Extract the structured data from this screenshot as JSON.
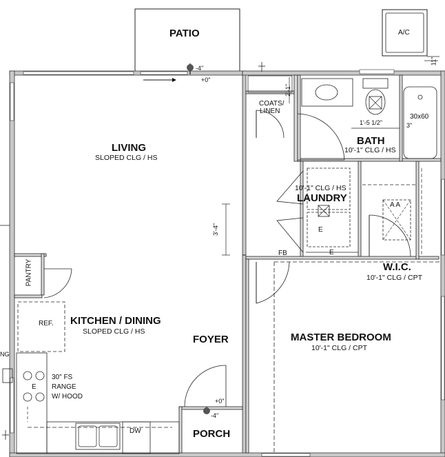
{
  "rooms": {
    "patio": {
      "name": "PATIO"
    },
    "living": {
      "name": "LIVING",
      "ceiling": "SLOPED CLG / HS"
    },
    "kitchen": {
      "name": "KITCHEN / DINING",
      "ceiling": "SLOPED CLG / HS"
    },
    "foyer": {
      "name": "FOYER"
    },
    "porch": {
      "name": "PORCH"
    },
    "master": {
      "name": "MASTER BEDROOM",
      "ceiling": "10'-1\" CLG / CPT"
    },
    "bath": {
      "name": "BATH",
      "ceiling": "10'-1\" CLG / HS"
    },
    "laundry": {
      "name": "LAUNDRY",
      "ceiling": "10'-1\" CLG / HS"
    },
    "wic": {
      "name": "W.I.C.",
      "ceiling": "10'-1\" CLG / CPT"
    }
  },
  "fixtures": {
    "ac": "A/C",
    "coats_line1": "COATS/",
    "coats_line2": "LINEN",
    "pantry": "PANTRY",
    "ref": "REF.",
    "range_line1": "30\" FS",
    "range_line2": "RANGE",
    "range_line3": "W/ HOOD",
    "dw": "DW",
    "tub": "30x60",
    "fb": "FB",
    "aa": "A A",
    "e_washer": "E",
    "e_dryer": "E",
    "e_range": "E",
    "ng": "NG"
  },
  "dimensions": {
    "patio_door_plus": "+0\"",
    "patio_door_minus": "-4\"",
    "porch_door_plus": "+0\"",
    "porch_door_minus": "-4\"",
    "coats_width": "2'-1\"",
    "wall_3_4": "3'-4\"",
    "bath_1_5": "1'-5 1/2\"",
    "bath_3": "3\"",
    "ac_11": "11\""
  }
}
